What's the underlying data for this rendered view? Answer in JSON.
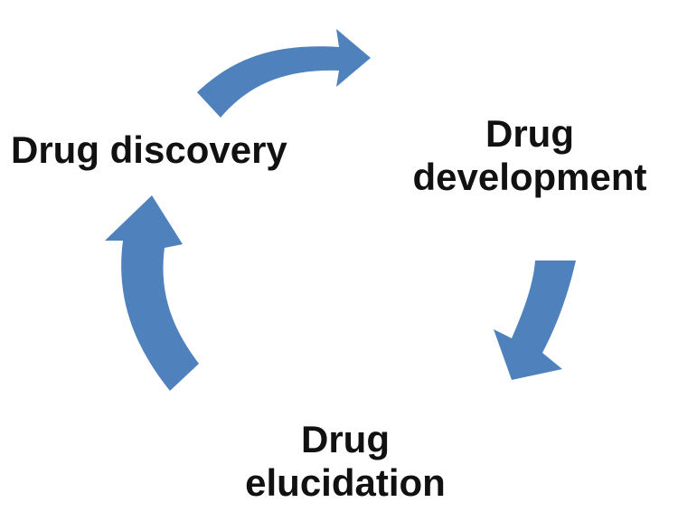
{
  "diagram": {
    "type": "cycle",
    "arrow_color": "#4F81BD",
    "nodes": [
      {
        "id": "discovery",
        "lines": [
          "Drug discovery"
        ]
      },
      {
        "id": "development",
        "lines": [
          "Drug",
          "development"
        ]
      },
      {
        "id": "elucidation",
        "lines": [
          "Drug",
          "elucidation"
        ]
      }
    ],
    "edges": [
      {
        "from": "discovery",
        "to": "development"
      },
      {
        "from": "development",
        "to": "elucidation"
      },
      {
        "from": "elucidation",
        "to": "discovery"
      }
    ]
  }
}
